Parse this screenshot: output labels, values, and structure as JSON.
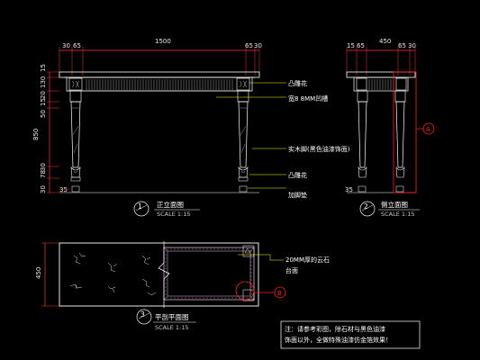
{
  "front_view": {
    "dims_top": [
      "30",
      "65",
      "1500",
      "65",
      "30"
    ],
    "dims_left": [
      "15",
      "130",
      "20",
      "15",
      "50",
      "850",
      "30",
      "78",
      "30"
    ],
    "foot_dim": "35",
    "labels": [
      "凸雕花",
      "宽8 8MM凹槽",
      "实木脚(黑色油漆饰面)",
      "凸雕花",
      "加脚垫"
    ],
    "title": "正立面图",
    "scale": "SCALE 1:15",
    "num": "1"
  },
  "side_view": {
    "dims_top": [
      "15",
      "65",
      "450",
      "65",
      "30"
    ],
    "foot_dim": "35",
    "title": "侧立面图",
    "scale": "SCALE 1:15",
    "num": "2",
    "marker": "A"
  },
  "plan_view": {
    "dim_left": "450",
    "labels": [
      "20MM厚的云石",
      "台面"
    ],
    "title": "平剖平面图",
    "scale": "SCALE 1:15",
    "num": "3",
    "marker": "B"
  },
  "note": {
    "line1": "注：请参考彩图，除石材与黑色油漆",
    "line2": "饰面以外，全做特殊油漆仿金箔效果！"
  },
  "colors": {
    "line": "#ffffff",
    "dim": "#ff3333",
    "yellow": "#ffff00",
    "red": "#ff2020",
    "cyan": "#00e0ff",
    "magenta": "#ff40ff"
  }
}
